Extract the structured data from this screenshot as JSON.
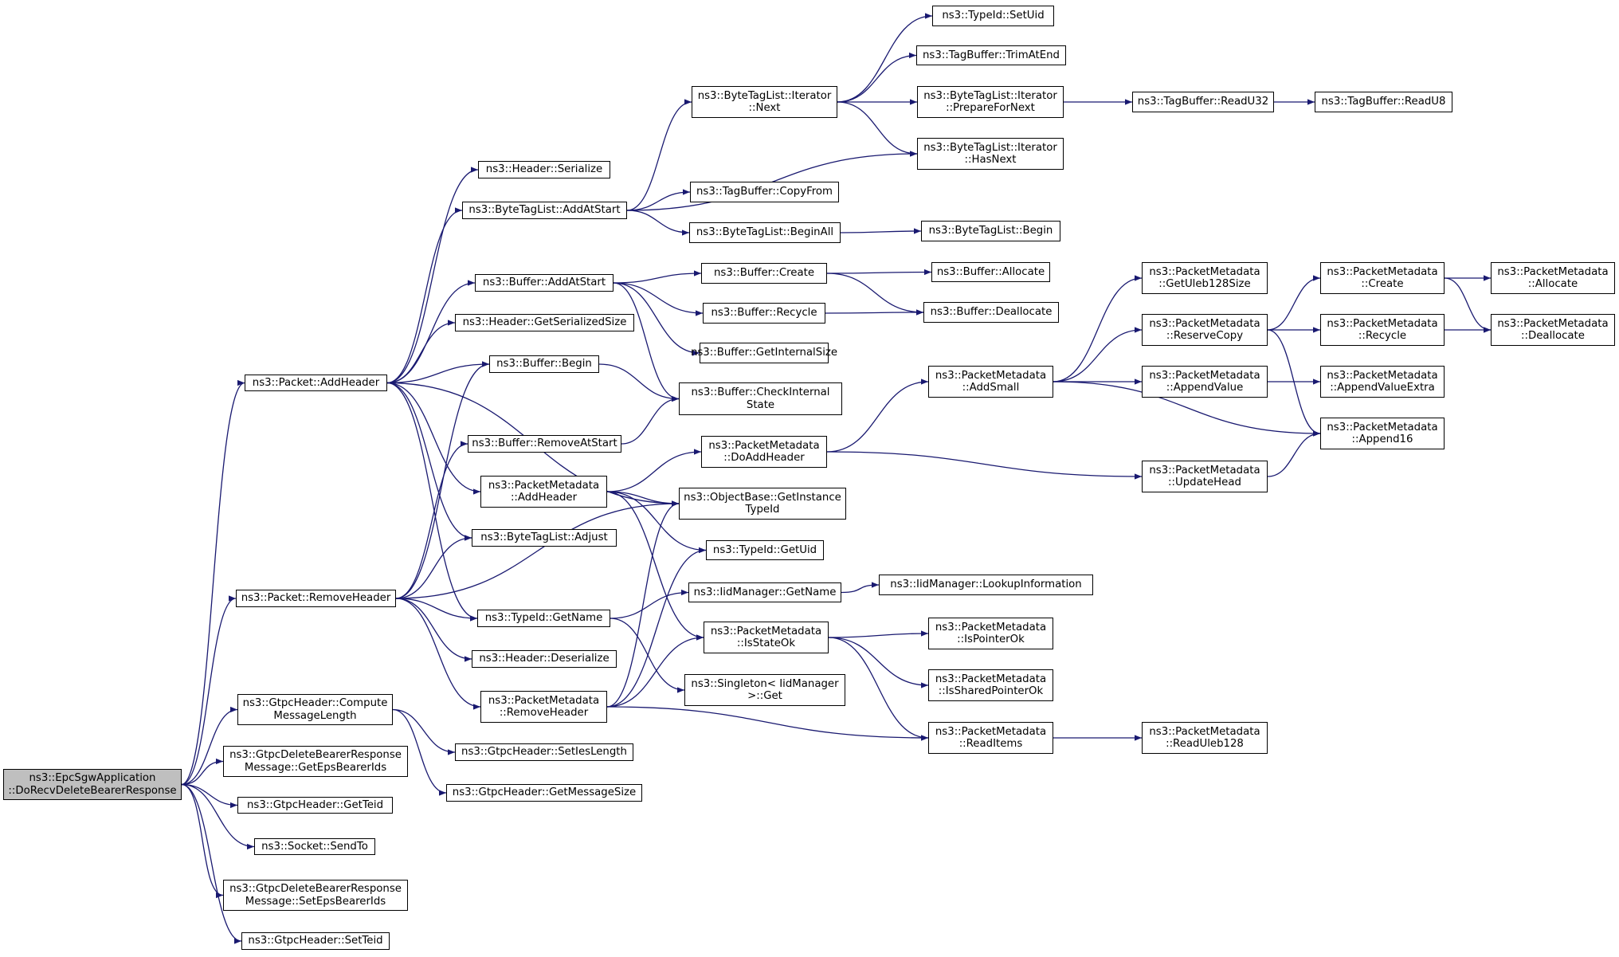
{
  "graph": {
    "edge_color": "#191970",
    "root_fill": "#bfbfbf",
    "node_fill": "#ffffff",
    "nodes": [
      {
        "id": "root",
        "lines": [
          "ns3::EpcSgwApplication",
          "::DoRecvDeleteBearerResponse"
        ],
        "root": true
      },
      {
        "id": "pkt_addheader",
        "lines": [
          "ns3::Packet::AddHeader"
        ]
      },
      {
        "id": "pkt_removeheader",
        "lines": [
          "ns3::Packet::RemoveHeader"
        ]
      },
      {
        "id": "gtpc_computelen",
        "lines": [
          "ns3::GtpcHeader::Compute",
          "MessageLength"
        ]
      },
      {
        "id": "gtpc_delresp_get",
        "lines": [
          "ns3::GtpcDeleteBearerResponse",
          "Message::GetEpsBearerIds"
        ]
      },
      {
        "id": "gtpc_getteid",
        "lines": [
          "ns3::GtpcHeader::GetTeid"
        ]
      },
      {
        "id": "socket_sendto",
        "lines": [
          "ns3::Socket::SendTo"
        ]
      },
      {
        "id": "gtpc_delresp_set",
        "lines": [
          "ns3::GtpcDeleteBearerResponse",
          "Message::SetEpsBearerIds"
        ]
      },
      {
        "id": "gtpc_setteid",
        "lines": [
          "ns3::GtpcHeader::SetTeid"
        ]
      },
      {
        "id": "hdr_serialize",
        "lines": [
          "ns3::Header::Serialize"
        ]
      },
      {
        "id": "btl_addatstart",
        "lines": [
          "ns3::ByteTagList::AddAtStart"
        ]
      },
      {
        "id": "buf_addatstart",
        "lines": [
          "ns3::Buffer::AddAtStart"
        ]
      },
      {
        "id": "hdr_getsersize",
        "lines": [
          "ns3::Header::GetSerializedSize"
        ]
      },
      {
        "id": "buf_begin",
        "lines": [
          "ns3::Buffer::Begin"
        ]
      },
      {
        "id": "buf_removeatstart",
        "lines": [
          "ns3::Buffer::RemoveAtStart"
        ]
      },
      {
        "id": "pm_addheader",
        "lines": [
          "ns3::PacketMetadata",
          "::AddHeader"
        ]
      },
      {
        "id": "btl_adjust",
        "lines": [
          "ns3::ByteTagList::Adjust"
        ]
      },
      {
        "id": "typeid_getname",
        "lines": [
          "ns3::TypeId::GetName"
        ]
      },
      {
        "id": "hdr_deserialize",
        "lines": [
          "ns3::Header::Deserialize"
        ]
      },
      {
        "id": "pm_removeheader",
        "lines": [
          "ns3::PacketMetadata",
          "::RemoveHeader"
        ]
      },
      {
        "id": "gtpc_setieslen",
        "lines": [
          "ns3::GtpcHeader::SetIesLength"
        ]
      },
      {
        "id": "gtpc_getmsgsize",
        "lines": [
          "ns3::GtpcHeader::GetMessageSize"
        ]
      },
      {
        "id": "btl_iter_next",
        "lines": [
          "ns3::ByteTagList::Iterator",
          "::Next"
        ]
      },
      {
        "id": "tb_copyfrom",
        "lines": [
          "ns3::TagBuffer::CopyFrom"
        ]
      },
      {
        "id": "btl_beginall",
        "lines": [
          "ns3::ByteTagList::BeginAll"
        ]
      },
      {
        "id": "buf_create",
        "lines": [
          "ns3::Buffer::Create"
        ]
      },
      {
        "id": "buf_recycle",
        "lines": [
          "ns3::Buffer::Recycle"
        ]
      },
      {
        "id": "buf_getinternalsize",
        "lines": [
          "ns3::Buffer::GetInternalSize"
        ]
      },
      {
        "id": "buf_checkinternal",
        "lines": [
          "ns3::Buffer::CheckInternal",
          "State"
        ]
      },
      {
        "id": "pm_doaddheader",
        "lines": [
          "ns3::PacketMetadata",
          "::DoAddHeader"
        ]
      },
      {
        "id": "ob_getinstancetypeid",
        "lines": [
          "ns3::ObjectBase::GetInstance",
          "TypeId"
        ]
      },
      {
        "id": "typeid_getuid",
        "lines": [
          "ns3::TypeId::GetUid"
        ]
      },
      {
        "id": "iid_getname",
        "lines": [
          "ns3::IidManager::GetName"
        ]
      },
      {
        "id": "pm_isstateok",
        "lines": [
          "ns3::PacketMetadata",
          "::IsStateOk"
        ]
      },
      {
        "id": "singleton_get",
        "lines": [
          "ns3::Singleton< IidManager",
          ">::Get"
        ]
      },
      {
        "id": "typeid_setuid",
        "lines": [
          "ns3::TypeId::SetUid"
        ]
      },
      {
        "id": "tb_trimatend",
        "lines": [
          "ns3::TagBuffer::TrimAtEnd"
        ]
      },
      {
        "id": "btl_iter_prepare",
        "lines": [
          "ns3::ByteTagList::Iterator",
          "::PrepareForNext"
        ]
      },
      {
        "id": "btl_iter_hasnext",
        "lines": [
          "ns3::ByteTagList::Iterator",
          "::HasNext"
        ]
      },
      {
        "id": "btl_begin",
        "lines": [
          "ns3::ByteTagList::Begin"
        ]
      },
      {
        "id": "buf_allocate",
        "lines": [
          "ns3::Buffer::Allocate"
        ]
      },
      {
        "id": "buf_deallocate",
        "lines": [
          "ns3::Buffer::Deallocate"
        ]
      },
      {
        "id": "pm_addsmall",
        "lines": [
          "ns3::PacketMetadata",
          "::AddSmall"
        ]
      },
      {
        "id": "iid_lookupinfo",
        "lines": [
          "ns3::IidManager::LookupInformation"
        ]
      },
      {
        "id": "pm_ispointerok",
        "lines": [
          "ns3::PacketMetadata",
          "::IsPointerOk"
        ]
      },
      {
        "id": "pm_issharedpointerok",
        "lines": [
          "ns3::PacketMetadata",
          "::IsSharedPointerOk"
        ]
      },
      {
        "id": "pm_readitems",
        "lines": [
          "ns3::PacketMetadata",
          "::ReadItems"
        ]
      },
      {
        "id": "tb_readu32",
        "lines": [
          "ns3::TagBuffer::ReadU32"
        ]
      },
      {
        "id": "tb_readu8",
        "lines": [
          "ns3::TagBuffer::ReadU8"
        ]
      },
      {
        "id": "pm_getuleb128size",
        "lines": [
          "ns3::PacketMetadata",
          "::GetUleb128Size"
        ]
      },
      {
        "id": "pm_reservecopy",
        "lines": [
          "ns3::PacketMetadata",
          "::ReserveCopy"
        ]
      },
      {
        "id": "pm_appendvalue",
        "lines": [
          "ns3::PacketMetadata",
          "::AppendValue"
        ]
      },
      {
        "id": "pm_updatehead",
        "lines": [
          "ns3::PacketMetadata",
          "::UpdateHead"
        ]
      },
      {
        "id": "pm_readuleb128",
        "lines": [
          "ns3::PacketMetadata",
          "::ReadUleb128"
        ]
      },
      {
        "id": "pm_create",
        "lines": [
          "ns3::PacketMetadata",
          "::Create"
        ]
      },
      {
        "id": "pm_recycle",
        "lines": [
          "ns3::PacketMetadata",
          "::Recycle"
        ]
      },
      {
        "id": "pm_appendvalueextra",
        "lines": [
          "ns3::PacketMetadata",
          "::AppendValueExtra"
        ]
      },
      {
        "id": "pm_append16",
        "lines": [
          "ns3::PacketMetadata",
          "::Append16"
        ]
      },
      {
        "id": "pm_allocate",
        "lines": [
          "ns3::PacketMetadata",
          "::Allocate"
        ]
      },
      {
        "id": "pm_deallocate",
        "lines": [
          "ns3::PacketMetadata",
          "::Deallocate"
        ]
      }
    ],
    "edges": [
      [
        "root",
        "pkt_addheader"
      ],
      [
        "root",
        "pkt_removeheader"
      ],
      [
        "root",
        "gtpc_computelen"
      ],
      [
        "root",
        "gtpc_delresp_get"
      ],
      [
        "root",
        "gtpc_getteid"
      ],
      [
        "root",
        "socket_sendto"
      ],
      [
        "root",
        "gtpc_delresp_set"
      ],
      [
        "root",
        "gtpc_setteid"
      ],
      [
        "pkt_addheader",
        "hdr_serialize"
      ],
      [
        "pkt_addheader",
        "btl_addatstart"
      ],
      [
        "pkt_addheader",
        "buf_addatstart"
      ],
      [
        "pkt_addheader",
        "hdr_getsersize"
      ],
      [
        "pkt_addheader",
        "buf_begin"
      ],
      [
        "pkt_addheader",
        "ob_getinstancetypeid"
      ],
      [
        "pkt_addheader",
        "pm_addheader"
      ],
      [
        "pkt_addheader",
        "btl_adjust"
      ],
      [
        "pkt_addheader",
        "typeid_getname"
      ],
      [
        "pkt_removeheader",
        "buf_begin"
      ],
      [
        "pkt_removeheader",
        "buf_removeatstart"
      ],
      [
        "pkt_removeheader",
        "btl_adjust"
      ],
      [
        "pkt_removeheader",
        "ob_getinstancetypeid"
      ],
      [
        "pkt_removeheader",
        "typeid_getname"
      ],
      [
        "pkt_removeheader",
        "hdr_deserialize"
      ],
      [
        "pkt_removeheader",
        "pm_removeheader"
      ],
      [
        "gtpc_computelen",
        "gtpc_setieslen"
      ],
      [
        "gtpc_computelen",
        "gtpc_getmsgsize"
      ],
      [
        "btl_addatstart",
        "btl_iter_next"
      ],
      [
        "btl_addatstart",
        "btl_iter_hasnext"
      ],
      [
        "btl_addatstart",
        "tb_copyfrom"
      ],
      [
        "btl_addatstart",
        "btl_beginall"
      ],
      [
        "buf_addatstart",
        "buf_create"
      ],
      [
        "buf_addatstart",
        "buf_recycle"
      ],
      [
        "buf_addatstart",
        "buf_getinternalsize"
      ],
      [
        "buf_addatstart",
        "buf_checkinternal"
      ],
      [
        "buf_begin",
        "buf_checkinternal"
      ],
      [
        "buf_removeatstart",
        "buf_checkinternal"
      ],
      [
        "pm_addheader",
        "pm_doaddheader"
      ],
      [
        "pm_addheader",
        "ob_getinstancetypeid"
      ],
      [
        "pm_addheader",
        "typeid_getuid"
      ],
      [
        "pm_addheader",
        "pm_isstateok"
      ],
      [
        "typeid_getname",
        "iid_getname"
      ],
      [
        "typeid_getname",
        "singleton_get"
      ],
      [
        "pm_removeheader",
        "pm_isstateok"
      ],
      [
        "pm_removeheader",
        "ob_getinstancetypeid"
      ],
      [
        "pm_removeheader",
        "typeid_getuid"
      ],
      [
        "pm_removeheader",
        "pm_readitems"
      ],
      [
        "btl_iter_next",
        "typeid_setuid"
      ],
      [
        "btl_iter_next",
        "tb_trimatend"
      ],
      [
        "btl_iter_next",
        "btl_iter_prepare"
      ],
      [
        "btl_iter_next",
        "btl_iter_hasnext"
      ],
      [
        "btl_beginall",
        "btl_begin"
      ],
      [
        "buf_create",
        "buf_allocate"
      ],
      [
        "buf_create",
        "buf_deallocate"
      ],
      [
        "buf_recycle",
        "buf_deallocate"
      ],
      [
        "pm_doaddheader",
        "pm_addsmall"
      ],
      [
        "pm_doaddheader",
        "pm_updatehead"
      ],
      [
        "iid_getname",
        "iid_lookupinfo"
      ],
      [
        "pm_isstateok",
        "pm_ispointerok"
      ],
      [
        "pm_isstateok",
        "pm_issharedpointerok"
      ],
      [
        "pm_isstateok",
        "pm_readitems"
      ],
      [
        "btl_iter_prepare",
        "tb_readu32"
      ],
      [
        "tb_readu32",
        "tb_readu8"
      ],
      [
        "pm_addsmall",
        "pm_getuleb128size"
      ],
      [
        "pm_addsmall",
        "pm_reservecopy"
      ],
      [
        "pm_addsmall",
        "pm_appendvalue"
      ],
      [
        "pm_addsmall",
        "pm_append16"
      ],
      [
        "pm_readitems",
        "pm_readuleb128"
      ],
      [
        "pm_updatehead",
        "pm_append16"
      ],
      [
        "pm_reservecopy",
        "pm_create"
      ],
      [
        "pm_reservecopy",
        "pm_recycle"
      ],
      [
        "pm_reservecopy",
        "pm_append16"
      ],
      [
        "pm_appendvalue",
        "pm_appendvalueextra"
      ],
      [
        "pm_create",
        "pm_allocate"
      ],
      [
        "pm_create",
        "pm_deallocate"
      ],
      [
        "pm_recycle",
        "pm_deallocate"
      ]
    ]
  }
}
